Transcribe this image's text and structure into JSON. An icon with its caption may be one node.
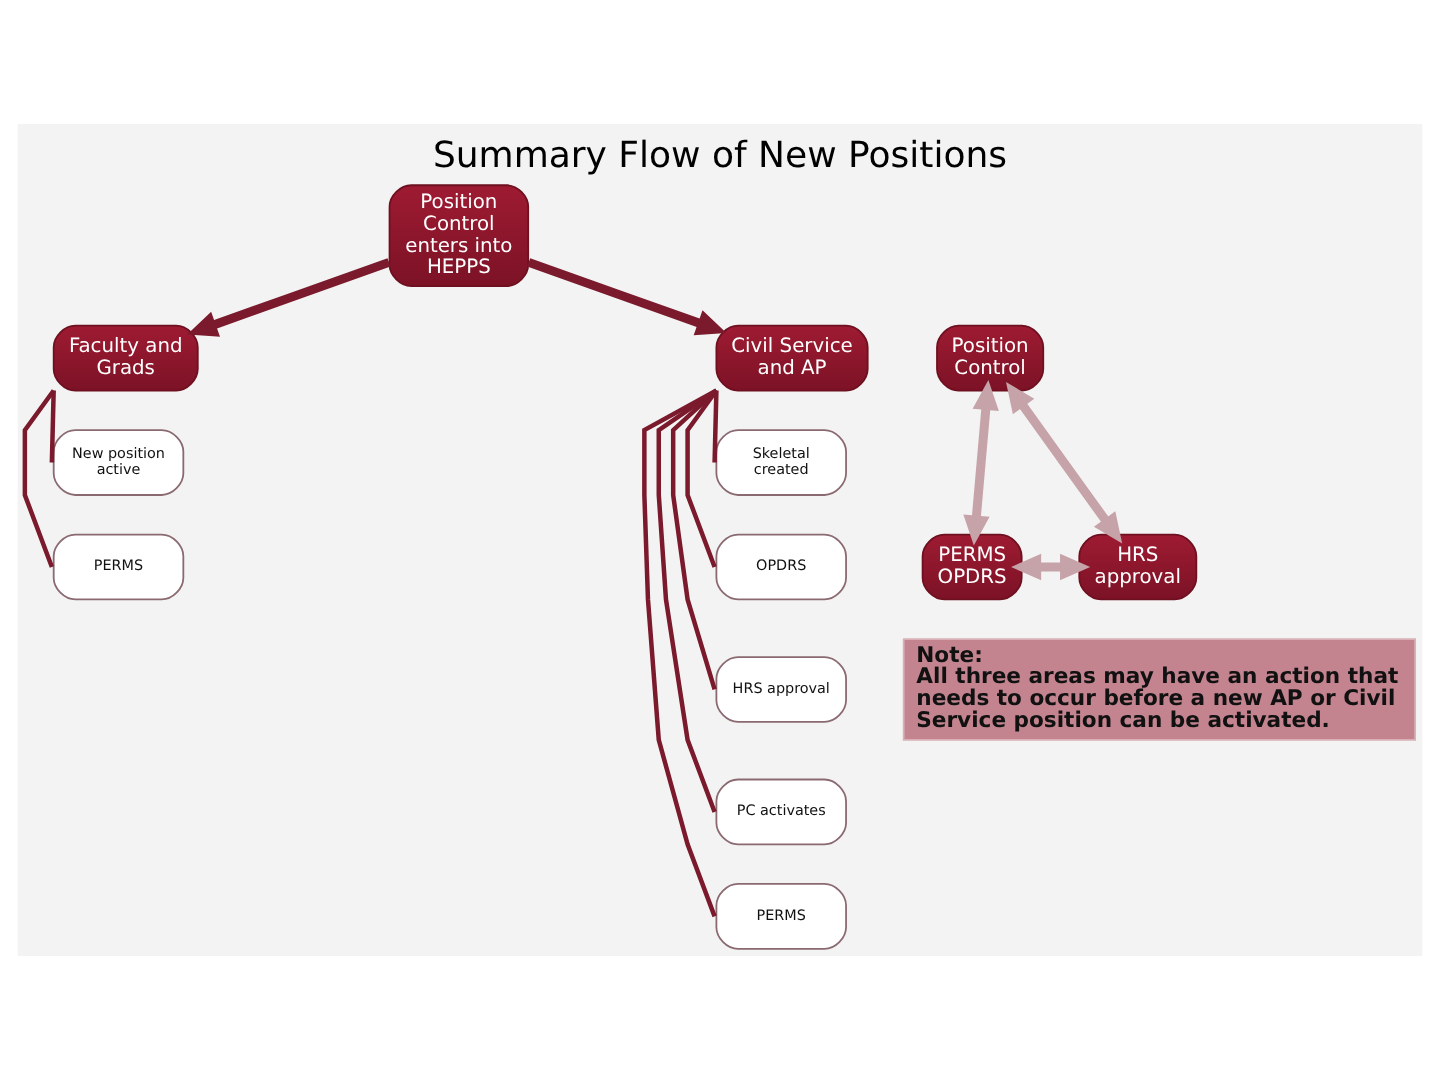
{
  "diagram": {
    "title": "Summary Flow of New Positions",
    "nodes": [
      {
        "text": [
          "Position Control enters into HEPPS"
        ]
      },
      {
        "text": [
          "Faculty and Grads"
        ]
      },
      {
        "text": [
          "New position active"
        ]
      },
      {
        "text": [
          "PERMS"
        ]
      },
      {
        "text": [
          "Civil Service and AP"
        ]
      },
      {
        "text": [
          "Skeletal created"
        ]
      },
      {
        "text": [
          "OPDRS"
        ]
      },
      {
        "text": [
          "HRS approval"
        ]
      },
      {
        "text": [
          "PC activates"
        ]
      },
      {
        "text": [
          "PERMS"
        ]
      },
      {
        "text": [
          "Position Control"
        ]
      },
      {
        "text": [
          "PERMS OPDRS"
        ]
      },
      {
        "text": [
          "HRS approval"
        ]
      },
      {
        "text": [
          "Note:",
          "All three areas may have an action that needs to occur before a new AP or Civil Service position can be activated."
        ]
      }
    ],
    "edges": [
      {
        "from": 0,
        "to": 1,
        "arrow": "to",
        "style": "thick"
      },
      {
        "from": 0,
        "to": 4,
        "arrow": "to",
        "style": "thick"
      },
      {
        "from": 1,
        "to": 2,
        "arrow": "none"
      },
      {
        "from": 1,
        "to": 3,
        "arrow": "none"
      },
      {
        "from": 4,
        "to": 5,
        "arrow": "none"
      },
      {
        "from": 4,
        "to": 6,
        "arrow": "none"
      },
      {
        "from": 4,
        "to": 7,
        "arrow": "none"
      },
      {
        "from": 4,
        "to": 8,
        "arrow": "none"
      },
      {
        "from": 4,
        "to": 9,
        "arrow": "none"
      },
      {
        "from": 10,
        "to": 11,
        "arrow": "both",
        "style": "thick",
        "color": "#c6a3a9"
      },
      {
        "from": 10,
        "to": 12,
        "arrow": "both",
        "style": "thick",
        "color": "#c6a3a9"
      },
      {
        "from": 11,
        "to": 12,
        "arrow": "both",
        "style": "thick",
        "color": "#c6a3a9"
      }
    ]
  }
}
